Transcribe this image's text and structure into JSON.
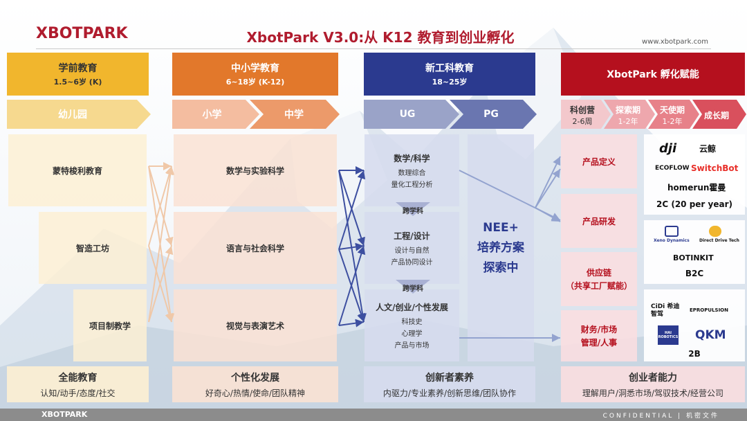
{
  "brand": {
    "logo": "XBOTPARK",
    "url": "www.xbotpark.com"
  },
  "title": "XbotPark V3.0:从 K12 教育到创业孵化",
  "columns": {
    "preschool": {
      "title": "学前教育",
      "sub": "1.5~6岁 (K)",
      "stage": "幼儿园",
      "items": [
        "蒙特梭利教育",
        "智造工坊",
        "项目制教学"
      ],
      "foot_title": "全能教育",
      "foot_sub": "认知/动手/态度/社交"
    },
    "k12": {
      "title": "中小学教育",
      "sub": "6~18岁 (K-12)",
      "stage1": "小学",
      "stage2": "中学",
      "items": [
        "数学与实验科学",
        "语言与社会科学",
        "视觉与表演艺术"
      ],
      "foot_title": "个性化发展",
      "foot_sub": "好奇心/热情/使命/团队精神"
    },
    "neweng": {
      "title": "新工科教育",
      "sub": "18~25岁",
      "stage1": "UG",
      "stage2": "PG",
      "b1_title": "数学/科学",
      "b1_l1": "数理综合",
      "b1_l2": "量化工程分析",
      "cross": "跨学科",
      "b2_title": "工程/设计",
      "b2_l1": "设计与自然",
      "b2_l2": "产品协同设计",
      "b3_title": "人文/创业/个性发展",
      "b3_l1": "科技史",
      "b3_l2": "心理学",
      "b3_l3": "产品与市场",
      "pg_l1": "NEE+",
      "pg_l2": "培养方案",
      "pg_l3": "探索中",
      "foot_title": "创新者素养",
      "foot_sub": "内驱力/专业素养/创新思维/团队协作"
    },
    "incub": {
      "title": "XbotPark 孵化赋能",
      "s1_a": "科创营",
      "s1_b": "2-6周",
      "s2_a": "探索期",
      "s2_b": "1-2年",
      "s3_a": "天使期",
      "s3_b": "1-2年",
      "s4": "成长期",
      "items": [
        "产品定义",
        "产品研发",
        "供应链",
        "（共享工厂赋能）",
        "财务/市场",
        "管理/人事"
      ],
      "logos_2c": [
        "dji",
        "云鲸",
        "ECOFLOW",
        "SwitchBot",
        "homerun霍曼"
      ],
      "cap_2c": "2C (20 per year)",
      "logos_b2c": [
        "Xeno Dynamics",
        "Direct Drive Tech",
        "BOTINKIT"
      ],
      "cap_b2c": "B2C",
      "logos_2b": [
        "CiDi 希迪智驾",
        "EPROPULSION",
        "HAI ROBOTICS",
        "QKM"
      ],
      "cap_2b": "2B",
      "foot_title": "创业者能力",
      "foot_sub": "理解用户/洞悉市场/驾驭技术/经营公司"
    }
  },
  "bottom": {
    "logo": "XBOTPARK",
    "conf": "CONFIDENTIAL | 机密文件"
  }
}
